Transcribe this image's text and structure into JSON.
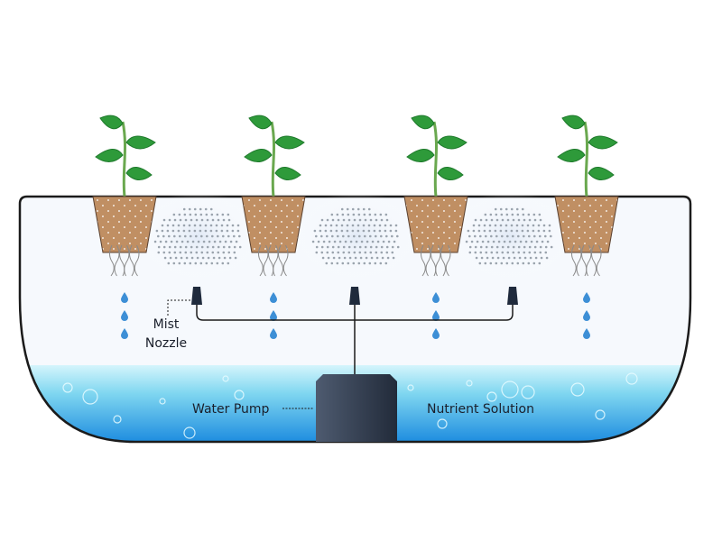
{
  "labels": {
    "mist": "Mist",
    "nozzle": "Nozzle",
    "water_pump": "Water Pump",
    "nutrient_solution": "Nutrient Solution"
  },
  "plant_count": 4,
  "nozzle_count": 3,
  "colors": {
    "leaf": "#2e9a3a",
    "leaf_dark": "#1f7a2c",
    "pot": "#b88a62",
    "water_top": "#c8f1fb",
    "water_bottom": "#1a8fe0",
    "pump": "#2f3a4d",
    "drop": "#3d8fd6",
    "outline": "#1b1b1b"
  }
}
